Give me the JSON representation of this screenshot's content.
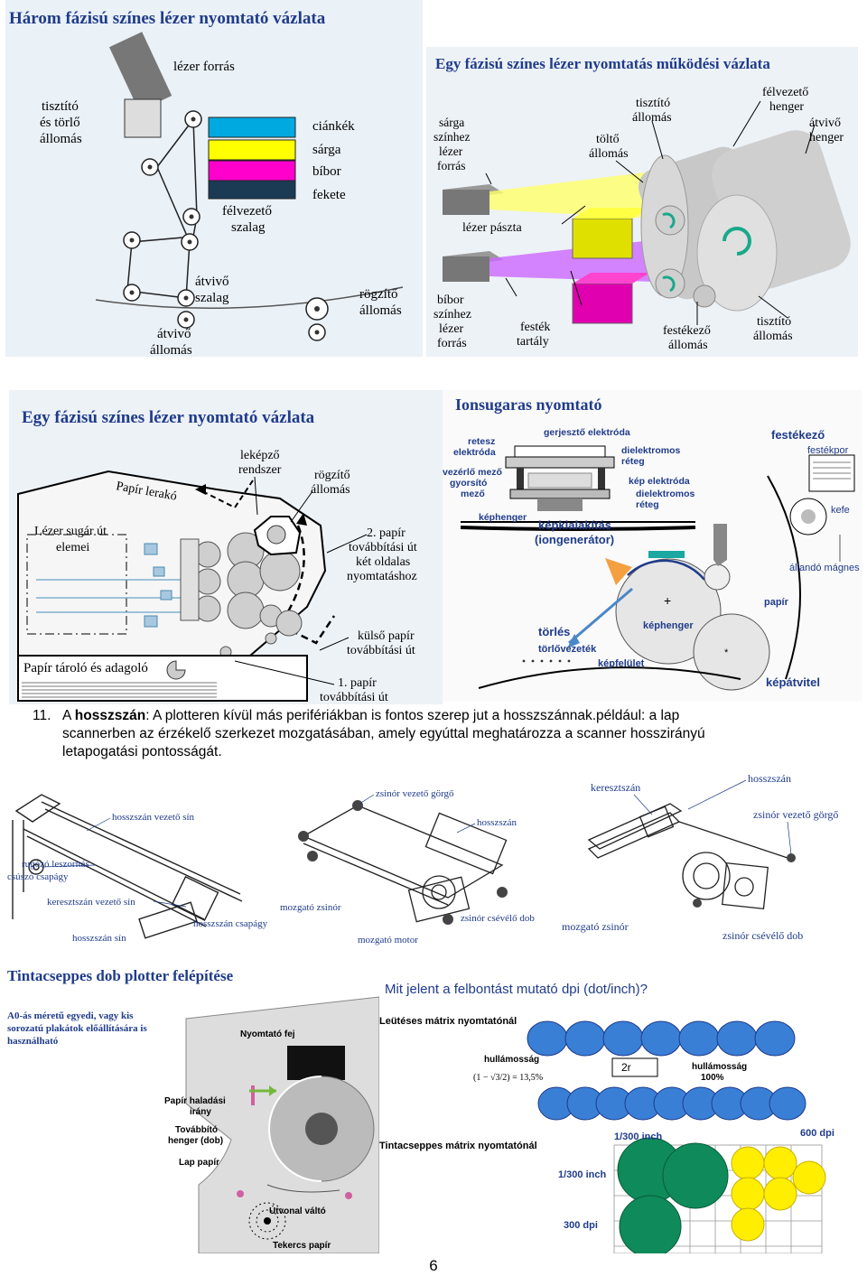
{
  "figure_tl": {
    "title": "Három fázisú színes lézer nyomtató vázlata",
    "labels": {
      "laser_source": "lézer forrás",
      "cleaning": "tisztító\nés törlő\nállomás",
      "cyan": "ciánkék",
      "yellow": "sárga",
      "magenta": "bíbor",
      "black": "fekete",
      "belt": "félvezető\nszalag",
      "transfer_belt": "átvivő\nszalag",
      "fixing": "rögzítő\nállomás",
      "transfer_station": "átvivő\nállomás"
    }
  },
  "figure_tr": {
    "title": "Egy fázisú színes lézer nyomtatás működési vázlata",
    "labels": {
      "yellow_laser": "sárga\nszínhez\nlézer\nforrás",
      "cleaning": "tisztító\nállomás",
      "charging": "töltő\nállomás",
      "semi_roller": "félvezető\nhenger",
      "transfer_roller": "átvivő\nhenger",
      "laser_beam": "lézer pászta",
      "magenta_laser": "bíbor\nszínhez\nlézer\nforrás",
      "toner_tank": "festék\ntartály",
      "developing": "festékező\nállomás",
      "cleaning2": "tisztító\nállomás"
    }
  },
  "figure_ml": {
    "title": "Egy fázisú színes lézer nyomtató vázlata",
    "labels": {
      "imaging": "leképző\nrendszer",
      "paper_out": "Papír lerakó",
      "fixing": "rögzítő\nállomás",
      "laser_path": "Lézer sugár út\nelemei",
      "second_path": "2. papír\ntovábbítási út\nkét oldalas\nnyomtatáshoz",
      "external_path": "külső papír\ntovábbítási út",
      "tray": "Papír tároló és adagoló",
      "first_path": "1. papír\ntovábbítási út"
    }
  },
  "figure_mr": {
    "title": "Ionsugaras nyomtató",
    "labels": {
      "screen_electrode": "retesz\nelektróda",
      "generator_electrode": "gerjesztő elektróda",
      "control_field": "vezérlő mező",
      "accel_field": "gyorsító\nmező",
      "dielectric": "dielektromos\nréteg",
      "image_electrode": "kép elektróda",
      "dielectric2": "dielektromos\nréteg",
      "drum": "képhenger",
      "image_forming": "képkialakítás\n(iongenerátor)",
      "developer": "festékező",
      "toner_powder": "festékpor",
      "blade": "kefe",
      "magnet": "állandó mágnes",
      "paper": "papír",
      "drum2": "képhenger",
      "erase": "törlés",
      "erase_wire": "törlővezeték",
      "surface": "képfelület",
      "transfer": "képátvitel"
    }
  },
  "paragraph": {
    "number": "11.",
    "pre": "A ",
    "bold": "hosszszán",
    "rest_line1": ": A plotteren kívül más perifériákban is fontos szerep jut a hosszszánnak.például: a lap",
    "line2": "scannerben az érzékelő szerkezet mozgatásában, amely egyúttal meghatározza a scanner hosszirányú",
    "line3": "letapogatási pontosságát."
  },
  "figure_scanner": {
    "left": {
      "rail": "hosszszán vezető sín",
      "spring": "rugózó leszorítás\ncsúszó csapágy",
      "cross_rail": "keresztszán vezető sín",
      "bearing": "hosszszán csapágy",
      "carriage_rail": "hosszszán sín"
    },
    "middle": {
      "guide_roller": "zsinór vezető görgő",
      "carriage": "hosszszán",
      "drive_cord": "mozgató zsinór",
      "cord_drum": "zsinór csévélő dob",
      "motor": "mozgató motor"
    },
    "right": {
      "cross_carriage": "keresztszán",
      "carriage": "hosszszán",
      "guide_roller": "zsinór vezető görgő",
      "drive_cord": "mozgató zsinór",
      "cord_drum": "zsinór csévélő dob"
    }
  },
  "figure_bl": {
    "title": "Tintacseppes dob plotter felépítése",
    "caption": "A0-ás méretű egyedi, vagy kis\nsorozatú plakátok előállítására is\nhasználható",
    "labels": {
      "head": "Nyomtató fej",
      "direction": "Papír haladási\nirány",
      "drum": "Továbbító\nhenger (dob)",
      "sheet": "Lap papír",
      "switch": "Útvonal váltó",
      "roll": "Tekercs papír"
    }
  },
  "figure_br": {
    "title": "Mit jelent a felbontást mutató dpi (dot/inch)?",
    "impact_title": "Leütéses mátrix nyomtatónál",
    "gap_label": "hullámosság",
    "formula": "(1 − √3/2) = 13,5%",
    "two_r": "2r",
    "ripple_100": "hullámosság\n100%",
    "inkjet_title": "Tintacseppes mátrix nyomtatónál",
    "inch300_top": "1/300 inch",
    "dpi600": "600 dpi",
    "inch300_side": "1/300 inch",
    "dpi300": "300 dpi"
  },
  "page_number": "6",
  "colors": {
    "title_blue": "#1f3b8a",
    "cyan": "#00a9e0",
    "yellow": "#ffff00",
    "magenta": "#ff00cc",
    "black_band": "#1b3b55",
    "ink_green": "#0f8a5a",
    "ink_yellow": "#ffee00"
  }
}
